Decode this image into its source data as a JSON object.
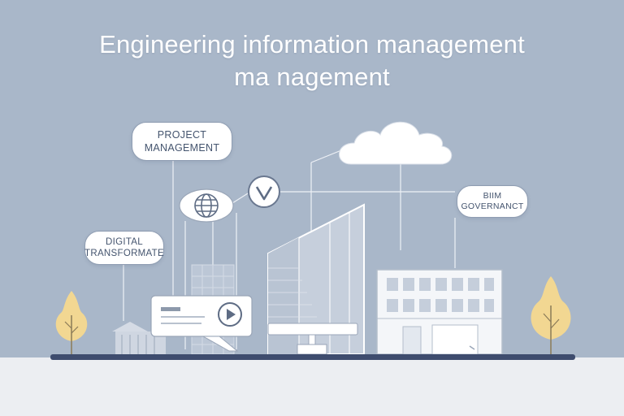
{
  "title": {
    "line1": "Engineering information management",
    "line2": "ma nagement"
  },
  "labels": {
    "project_management": [
      "PROJECT",
      "MANAGEMENT"
    ],
    "digital_transformation": [
      "DIGITAL",
      "TRANSFORMATE"
    ],
    "bim_governance": [
      "BIIM",
      "GOVERNANCT"
    ]
  },
  "icons": {
    "globe": "globe-icon",
    "check": "checkmark-icon",
    "cloud": "cloud-icon",
    "play": "play-icon"
  },
  "colors": {
    "background": "#a9b7c9",
    "ground": "#eceef2",
    "baseline": "#3e4c6e",
    "tree": "#f2d792",
    "outline": "#8f9db2"
  }
}
